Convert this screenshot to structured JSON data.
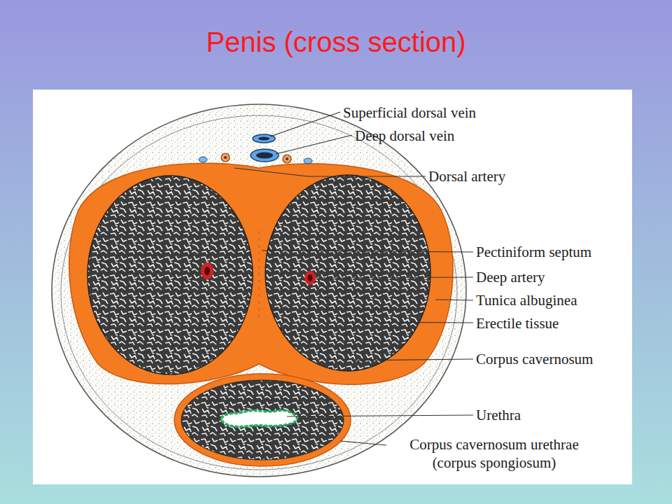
{
  "diagram": {
    "title": "Penis (cross section)",
    "labels": [
      "Superficial dorsal vein",
      "Deep dorsal vein",
      "Dorsal artery",
      "Pectiniform septum",
      "Deep artery",
      "Tunica albuginea",
      "Erectile tissue",
      "Corpus cavernosum",
      "Urethra",
      "Corpus cavernosum urethrae (corpus spongiosum)"
    ]
  }
}
